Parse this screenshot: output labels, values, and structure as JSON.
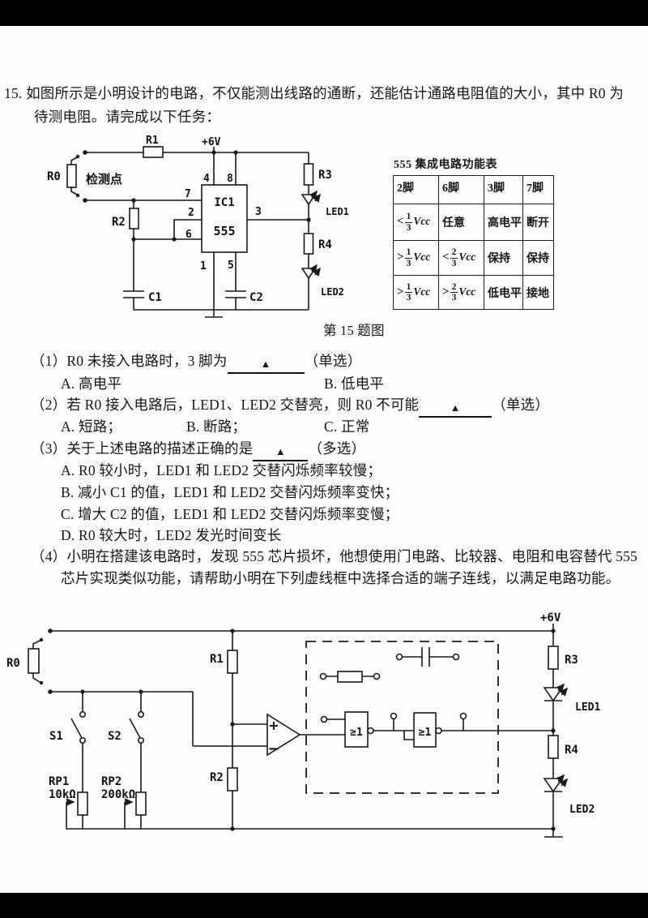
{
  "page": {
    "number": "15.",
    "intro_line1": "如图所示是小明设计的电路，不仅能测出线路的通断，还能估计通路电阻值的大小，其中 R0 为",
    "intro_line2": "待测电阻。请完成以下任务：",
    "figure_caption": "第 15 题图"
  },
  "marks": {
    "triangle": "▲"
  },
  "func_table": {
    "title": "555 集成电路功能表",
    "headers": [
      "2脚",
      "6脚",
      "3脚",
      "7脚"
    ],
    "row1": {
      "p2_op": "<",
      "p2_num": "1",
      "p2_den": "3",
      "p2_unit": "Vcc",
      "p6": "任意",
      "p3": "高电平",
      "p7": "断开"
    },
    "row2": {
      "p2_op": ">",
      "p2_num": "1",
      "p2_den": "3",
      "p2_unit": "Vcc",
      "p6_op": "<",
      "p6_num": "2",
      "p6_den": "3",
      "p6_unit": "Vcc",
      "p3": "保持",
      "p7": "保持"
    },
    "row3": {
      "p2_op": ">",
      "p2_num": "1",
      "p2_den": "3",
      "p2_unit": "Vcc",
      "p6_op": ">",
      "p6_num": "2",
      "p6_den": "3",
      "p6_unit": "Vcc",
      "p3": "低电平",
      "p7": "接地"
    }
  },
  "questions": {
    "q1": {
      "label": "（1）",
      "text": "R0 未接入电路时，3 脚为",
      "suffix": "（单选）",
      "opt_a": "A. 高电平",
      "opt_b": "B. 低电平"
    },
    "q2": {
      "label": "（2）",
      "text": "若 R0 接入电路后，LED1、LED2 交替亮，则 R0 不可能",
      "suffix": "（单选）",
      "opt_a": "A. 短路；",
      "opt_b": "B. 断路；",
      "opt_c": "C. 正常"
    },
    "q3": {
      "label": "（3）",
      "text": "关于上述电路的描述正确的是",
      "suffix": "（多选）",
      "opt_a": "A. R0 较小时，LED1 和 LED2 交替闪烁频率较慢；",
      "opt_b": "B. 减小 C1 的值，LED1 和 LED2 交替闪烁频率变快；",
      "opt_c": "C. 增大 C2 的值，LED1 和 LED2 交替闪烁频率变慢；",
      "opt_d": "D. R0 较大时，LED2 发光时间变长"
    },
    "q4": {
      "label": "（4）",
      "line1": "小明在搭建该电路时，发现 555 芯片损坏，他想使用门电路、比较器、电阻和电容替代 555",
      "line2": "芯片实现类似功能，请帮助小明在下列虚线框中选择合适的端子连线，以满足电路功能。"
    }
  },
  "circuit1": {
    "r0": "R0",
    "probe_label": "检测点",
    "r1": "R1",
    "vcc": "+6V",
    "r2": "R2",
    "c1": "C1",
    "c2": "C2",
    "ic_name": "IC1",
    "ic_model": "555",
    "pin1": "1",
    "pin2": "2",
    "pin3": "3",
    "pin4": "4",
    "pin5": "5",
    "pin6": "6",
    "pin7": "7",
    "pin8": "8",
    "r3": "R3",
    "r4": "R4",
    "led1": "LED1",
    "led2": "LED2"
  },
  "circuit2": {
    "r0": "R0",
    "r1": "R1",
    "r2": "R2",
    "r3": "R3",
    "r4": "R4",
    "led1": "LED1",
    "led2": "LED2",
    "s1": "S1",
    "s2": "S2",
    "rp1": "RP1",
    "rp1_value": "10kΩ",
    "rp2": "RP2",
    "rp2_value": "200kΩ",
    "vcc": "+6V",
    "gate1": "≥1",
    "gate2": "≥1",
    "comp_plus": "+",
    "comp_minus": "−"
  }
}
